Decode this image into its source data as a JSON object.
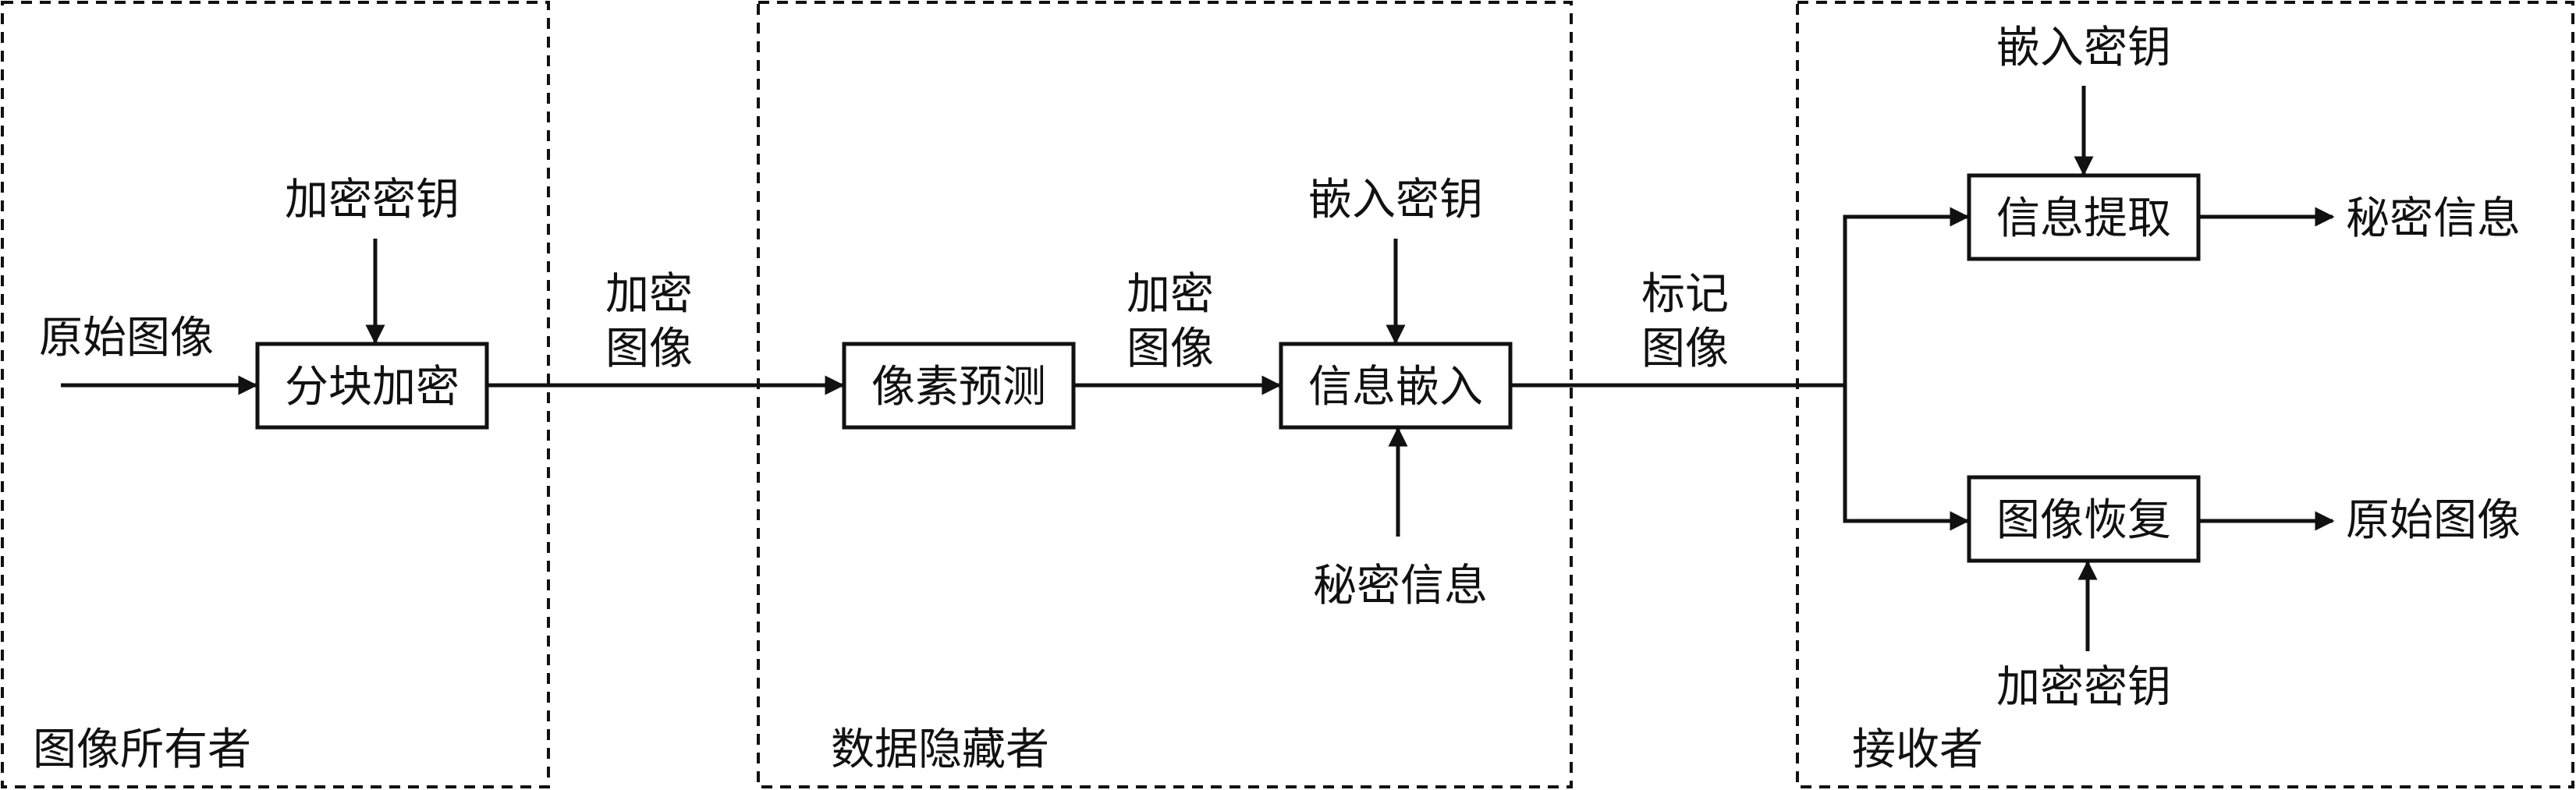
{
  "regions": {
    "owner": "图像所有者",
    "hider": "数据隐藏者",
    "receiver": "接收者"
  },
  "nodes": {
    "original_image_in": "原始图像",
    "encryption_key_top": "加密密钥",
    "block_encryption": "分块加密",
    "encrypted_image_label_1": [
      "加密",
      "图像"
    ],
    "pixel_prediction": "像素预测",
    "encrypted_image_label_2": [
      "加密",
      "图像"
    ],
    "embedding_key_mid": "嵌入密钥",
    "info_embedding": "信息嵌入",
    "secret_info_in": "秘密信息",
    "marked_image_label": [
      "标记",
      "图像"
    ],
    "embedding_key_right": "嵌入密钥",
    "info_extraction": "信息提取",
    "secret_info_out": "秘密信息",
    "image_recovery": "图像恢复",
    "original_image_out": "原始图像",
    "encryption_key_bottom": "加密密钥"
  }
}
